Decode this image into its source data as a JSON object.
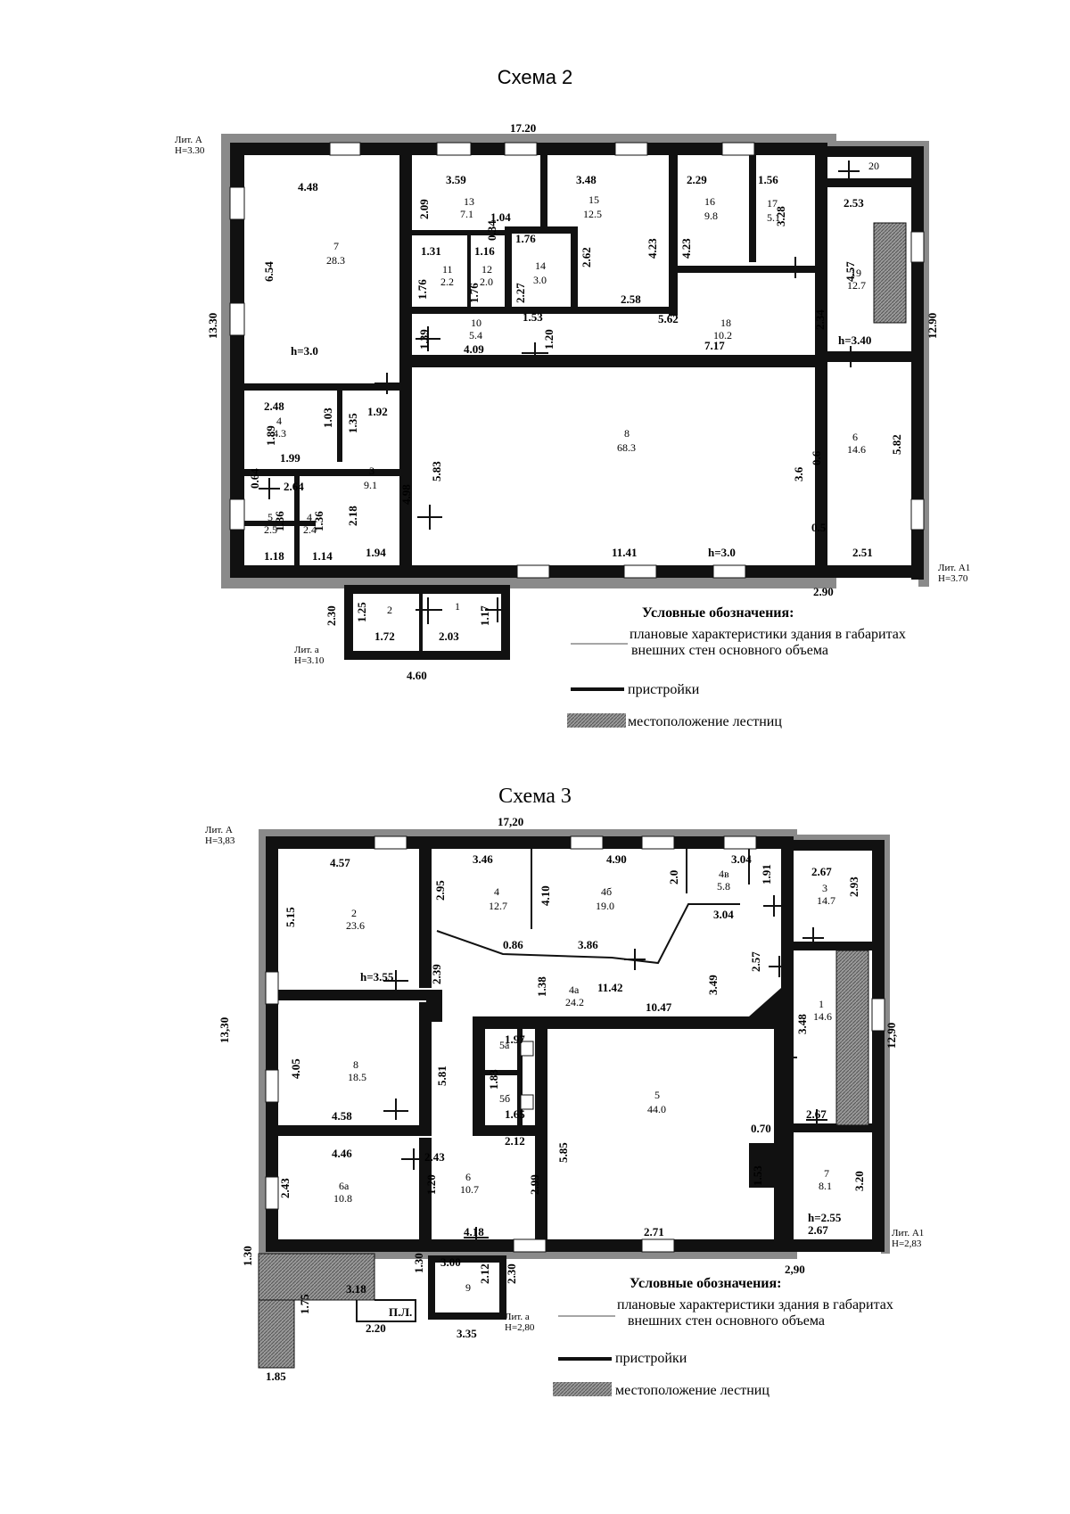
{
  "scheme2": {
    "title": "Схема 2",
    "lit_a": "Лит. А",
    "lit_a_h": "Н=3.30",
    "lit_a1": "Лит. А1",
    "lit_a1_h": "Н=3.70",
    "lit_a_small": "Лит. а",
    "lit_a_small_h": "Н=3.10",
    "dims": {
      "top": "17.20",
      "left": "13.30",
      "right": "12.90",
      "bottom_right": "2.90",
      "d448": "4.48",
      "d359": "3.59",
      "d348": "3.48",
      "d229": "2.29",
      "d156": "1.56",
      "d253": "2.53",
      "d654": "6.54",
      "h30a": "h=3.0",
      "d209": "2.09",
      "d104": "1.04",
      "d034": "0.34",
      "d176": "1.76",
      "d131": "1.31",
      "d116": "1.16",
      "d176b": "1.76",
      "d176c": "1.76",
      "d227": "2.27",
      "d262": "2.62",
      "d423": "4.23",
      "d423b": "4.23",
      "d328": "3.28",
      "d457": "4.57",
      "d258": "2.58",
      "d562": "5.62",
      "d234": "2.34",
      "d139": "1.39",
      "d409": "4.09",
      "d717": "7.17",
      "d120": "1.20",
      "d153": "1.53",
      "h340": "h=3.40",
      "d248": "2.48",
      "d189": "1.89",
      "d199": "1.99",
      "d103": "1.03",
      "d135": "1.35",
      "d192": "1.92",
      "d583": "5.83",
      "d582": "5.82",
      "d498": "4.98",
      "d264": "2.64",
      "d064": "0.64",
      "d136": "1.36",
      "d136b": "1.36",
      "d218": "2.18",
      "d118": "1.18",
      "d114": "1.14",
      "d194": "1.94",
      "d1141": "11.41",
      "h30b": "h=3.0",
      "d06": "0.6",
      "d36": "3.6",
      "d05": "0.5",
      "d251": "2.51",
      "d230": "2.30",
      "d125": "1.25",
      "d172": "1.72",
      "d203": "2.03",
      "d117": "1.17",
      "d460": "4.60"
    },
    "rooms": {
      "r7": [
        "7",
        "28.3"
      ],
      "r13": [
        "13",
        "7.1"
      ],
      "r15": [
        "15",
        "12.5"
      ],
      "r16": [
        "16",
        "9.8"
      ],
      "r17": [
        "17",
        "5.1"
      ],
      "r20": [
        "20",
        ""
      ],
      "r11": [
        "11",
        "2.2"
      ],
      "r12": [
        "12",
        "2.0"
      ],
      "r14": [
        "14",
        "3.0"
      ],
      "r19": [
        "19",
        "12.7"
      ],
      "r10": [
        "10",
        "5.4"
      ],
      "r18": [
        "18",
        "10.2"
      ],
      "r8": [
        "8",
        "68.3"
      ],
      "r6": [
        "6",
        "14.6"
      ],
      "r4": [
        "4",
        "4.3"
      ],
      "r3": [
        "3",
        "9.1"
      ],
      "r5a": [
        "5",
        "2.5"
      ],
      "r5b": [
        "4",
        "2.4"
      ],
      "r2": [
        "2",
        ""
      ],
      "r1": [
        "1",
        ""
      ]
    },
    "legend": {
      "title": "Условные обозначения:",
      "item1_line1": "плановые характеристики здания в габаритах",
      "item1_line2": "внешних стен основного объема",
      "item2": "пристройки",
      "item3": "местоположение лестниц"
    }
  },
  "scheme3": {
    "title": "Схема 3",
    "lit_a": "Лит. А",
    "lit_a_h": "Н=3,83",
    "lit_a1": "Лит. А1",
    "lit_a1_h": "Н=2,83",
    "lit_a_small": "Лит. а",
    "lit_a_small_h": "Н=2,80",
    "dims": {
      "top": "17,20",
      "left": "13,30",
      "right": "12,90",
      "bottom_right": "2,90",
      "d457": "4.57",
      "d346": "3.46",
      "d490": "4.90",
      "d304": "3.04",
      "d267": "2.67",
      "d515": "5.15",
      "d295": "2.95",
      "d410": "4.10",
      "d20": "2.0",
      "d191": "1.91",
      "d304b": "3.04",
      "d293": "2.93",
      "d086": "0.86",
      "d386": "3.86",
      "d257": "2.57",
      "h355": "h=3.55",
      "d239": "2.39",
      "d138": "1.38",
      "d1142": "11.42",
      "d349": "3.49",
      "d1047": "10.47",
      "d348": "3.48",
      "d405": "4.05",
      "d581": "5.81",
      "d197": "1.97",
      "d183": "1.83",
      "d165": "1.65",
      "d458": "4.58",
      "d212": "2.12",
      "d585": "5.85",
      "d070": "0.70",
      "d267b": "2.67",
      "d446": "4.46",
      "d243": "2.43",
      "d243b": "2.43",
      "d120": "1.20",
      "d299": "2.99",
      "d153": "1.53",
      "d320": "3.20",
      "d418": "4.18",
      "d271": "2.71",
      "h255": "h=2.55",
      "d267c": "2.67",
      "d130": "1.30",
      "d318": "3.18",
      "d220": "2.20",
      "d335": "3.35",
      "d175": "1.75",
      "d185": "1.85",
      "d130b": "1.30",
      "d300": "3.00",
      "d212b": "2.12",
      "d230": "2.30",
      "pl": "П.Л."
    },
    "rooms": {
      "r2": [
        "2",
        "23.6"
      ],
      "r4": [
        "4",
        "12.7"
      ],
      "r4b": [
        "4б",
        "19.0"
      ],
      "r4v": [
        "4в",
        "5.8"
      ],
      "r3": [
        "3",
        "14.7"
      ],
      "r4a": [
        "4а",
        "24.2"
      ],
      "r1": [
        "1",
        "14.6"
      ],
      "r8": [
        "8",
        "18.5"
      ],
      "r5": [
        "5",
        "44.0"
      ],
      "r6": [
        "6",
        "10.7"
      ],
      "r6a": [
        "6а",
        "10.8"
      ],
      "r7": [
        "7",
        "8.1"
      ],
      "r9": [
        "9",
        ""
      ],
      "r5a": [
        "5а",
        ""
      ],
      "r5b": [
        "5б",
        ""
      ]
    },
    "legend": {
      "title": "Условные обозначения:",
      "item1_line1": "плановые характеристики здания в габаритах",
      "item1_line2": "внешних стен основного объема",
      "item2": "пристройки",
      "item3": "местоположение лестниц"
    }
  }
}
